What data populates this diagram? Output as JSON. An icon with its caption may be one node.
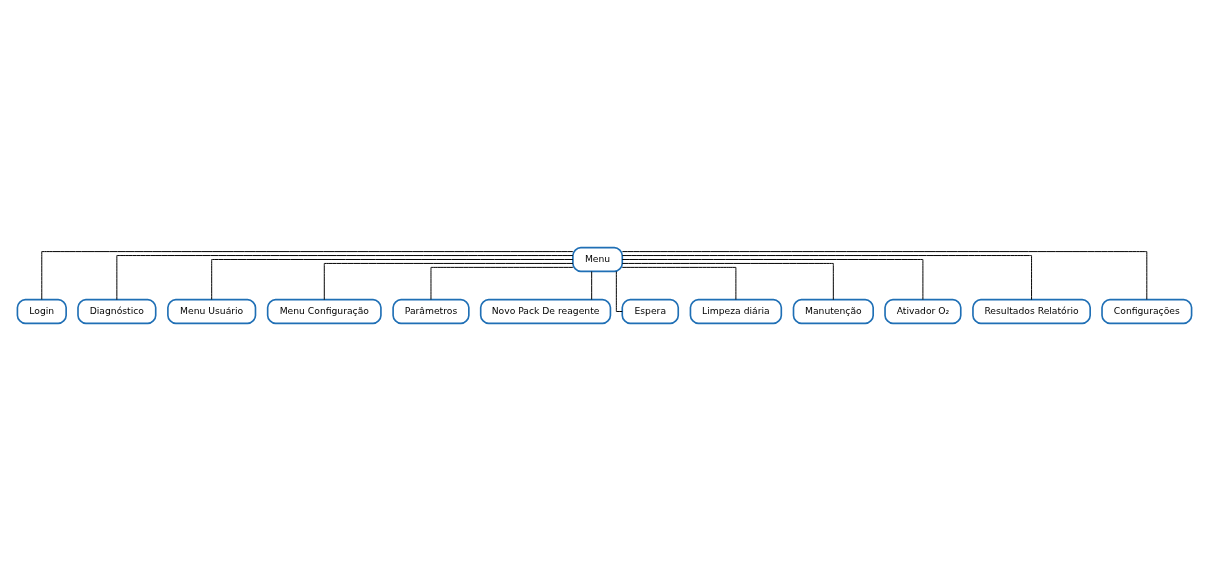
{
  "diagram": {
    "nodes": [
      {
        "text": [
          "Menu"
        ]
      },
      {
        "text": [
          "Login"
        ]
      },
      {
        "text": [
          "Diagnóstico"
        ]
      },
      {
        "text": [
          "Menu Usuário"
        ]
      },
      {
        "text": [
          "Menu Configuração"
        ]
      },
      {
        "text": [
          "Parâmetros"
        ]
      },
      {
        "text": [
          "Novo Pack De reagente"
        ]
      },
      {
        "text": [
          "Espera"
        ]
      },
      {
        "text": [
          "Limpeza diária"
        ]
      },
      {
        "text": [
          "Manutenção"
        ]
      },
      {
        "text": [
          "Ativador O₂"
        ]
      },
      {
        "text": [
          "Resultados Relatório"
        ]
      },
      {
        "text": [
          "Configurações"
        ]
      }
    ],
    "edges": [
      {
        "from": 0,
        "to": 1,
        "arrow": "none"
      },
      {
        "from": 0,
        "to": 2,
        "arrow": "none"
      },
      {
        "from": 0,
        "to": 3,
        "arrow": "none"
      },
      {
        "from": 0,
        "to": 4,
        "arrow": "none"
      },
      {
        "from": 0,
        "to": 5,
        "arrow": "none"
      },
      {
        "from": 0,
        "to": 6,
        "arrow": "none"
      },
      {
        "from": 0,
        "to": 7,
        "arrow": "none"
      },
      {
        "from": 0,
        "to": 8,
        "arrow": "none"
      },
      {
        "from": 0,
        "to": 9,
        "arrow": "none"
      },
      {
        "from": 0,
        "to": 10,
        "arrow": "none"
      },
      {
        "from": 0,
        "to": 11,
        "arrow": "none"
      },
      {
        "from": 0,
        "to": 12,
        "arrow": "none"
      }
    ]
  }
}
